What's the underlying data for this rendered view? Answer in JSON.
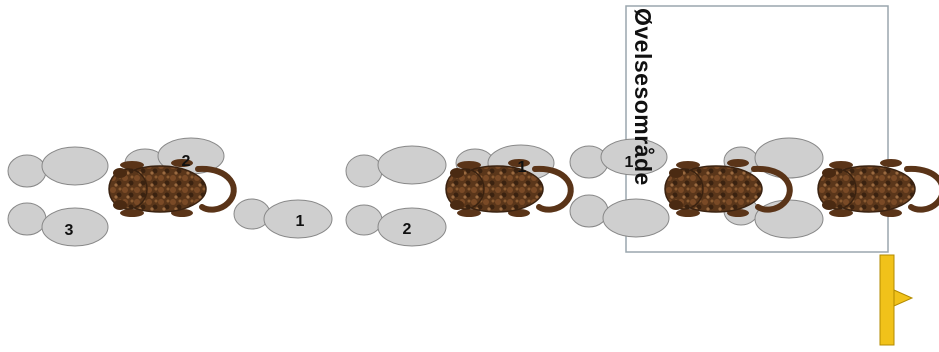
{
  "title": "Øvelsesområde",
  "colors": {
    "oval_fill": "#cfcfcf",
    "oval_stroke": "#888888",
    "dog_dark": "#3d2410",
    "dog_mid": "#6b4424",
    "dog_light": "#9a6a40",
    "frame_stroke": "#9aa6ad",
    "marker_fill": "#f1c21a",
    "marker_stroke": "#b38b00"
  },
  "labels": {
    "label_a": "2",
    "label_b": "3",
    "label_c": "1",
    "label_d": "2",
    "label_e": "1",
    "label_f": "1"
  },
  "dog_icon": "dog-top-view-icon",
  "marker_icon": "flag-marker-icon"
}
